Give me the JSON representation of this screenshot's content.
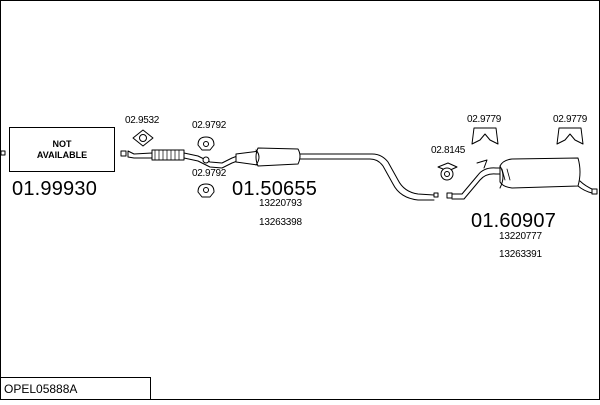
{
  "diagram": {
    "reference": "OPEL05888A",
    "not_available": "NOT\nAVAILABLE",
    "part_numbers": {
      "front_pipe": "01.99930",
      "middle_silencer": "01.50655",
      "rear_silencer": "01.60907"
    },
    "oem_numbers": {
      "middle_1": "13220793",
      "middle_2": "13263398",
      "rear_1": "13220777",
      "rear_2": "13263391"
    },
    "fittings": {
      "gasket": "02.9532",
      "hanger_mid_top": "02.9792",
      "hanger_mid_bottom": "02.9792",
      "clamp": "02.8145",
      "hanger_rear_left": "02.9779",
      "hanger_rear_right": "02.9779"
    }
  }
}
